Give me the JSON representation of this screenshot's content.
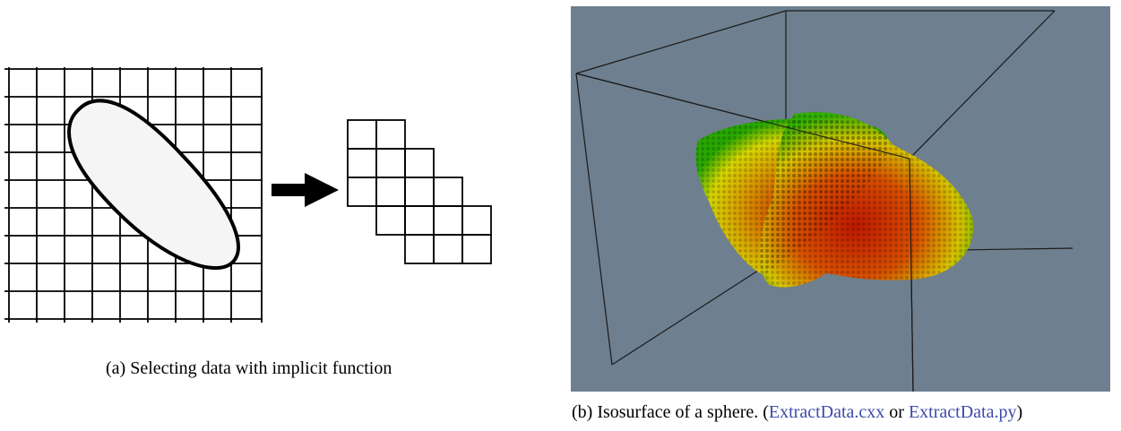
{
  "figure_a": {
    "caption": "(a) Selecting data with implicit function"
  },
  "figure_b": {
    "caption_prefix": "(b) Isosurface of a sphere. (",
    "link_cxx": "ExtractData.cxx",
    "caption_middle": " or ",
    "link_py": "ExtractData.py",
    "caption_suffix": ")",
    "background_color": "#6e7f8f",
    "surface_colors": [
      "#00a000",
      "#d6d600",
      "#cc2000"
    ]
  }
}
